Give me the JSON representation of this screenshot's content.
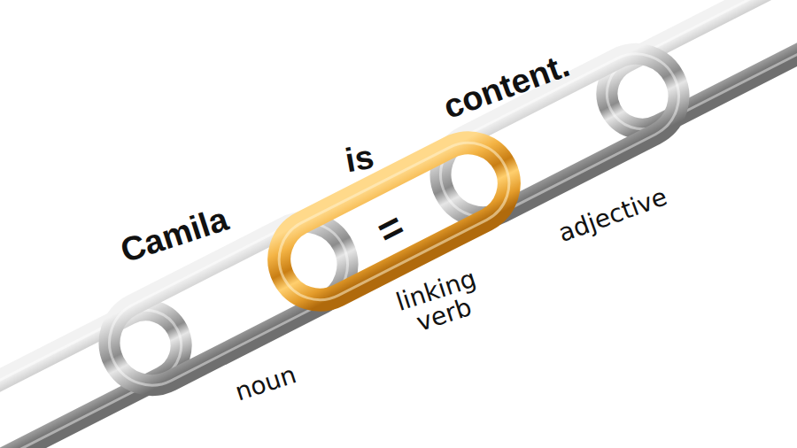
{
  "diagram": {
    "labels": [
      "Camila",
      "is",
      "content.",
      "=",
      "noun",
      "linking verb",
      "adjective"
    ]
  }
}
